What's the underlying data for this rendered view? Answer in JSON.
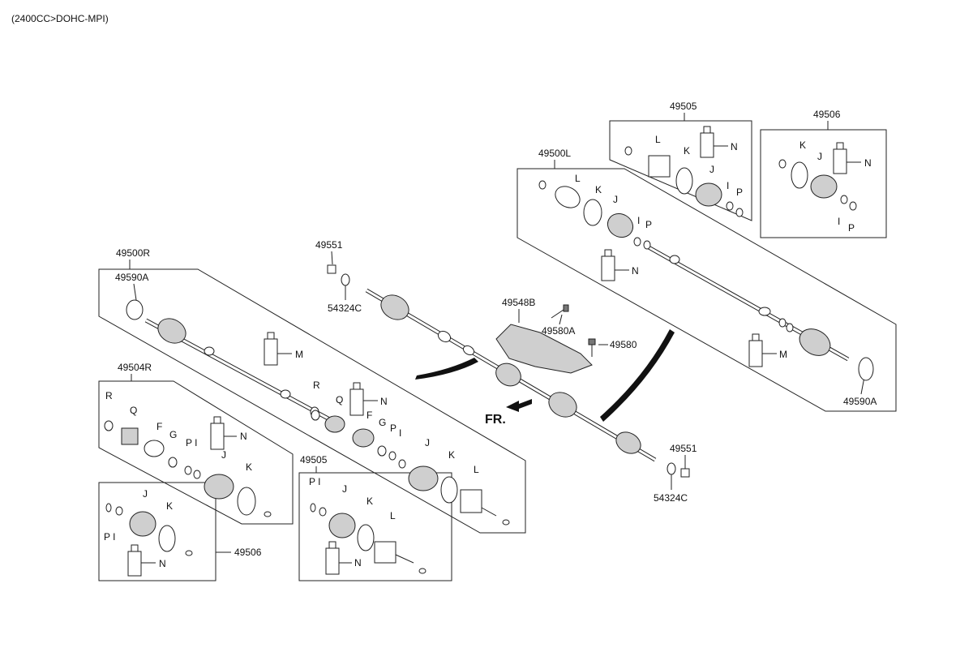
{
  "header": {
    "engine_label": "(2400CC>DOHC-MPI)"
  },
  "direction_label": "FR.",
  "groups": {
    "g49500R": "49500R",
    "g49504R": "49504R",
    "g49506_left": "49506",
    "g49505_left": "49505",
    "g49500L": "49500L",
    "g49505_right": "49505",
    "g49506_right": "49506"
  },
  "parts": {
    "p49590A_left": "49590A",
    "p49590A_right": "49590A",
    "p49551_top": "49551",
    "p54324C_top": "54324C",
    "p49551_bottom": "49551",
    "p54324C_bottom": "54324C",
    "p49548B": "49548B",
    "p49580A": "49580A",
    "p49580": "49580"
  },
  "letters": {
    "M": "M",
    "N": "N",
    "R": "R",
    "Q": "Q",
    "F": "F",
    "G": "G",
    "P": "P",
    "I": "I",
    "PI": "P I",
    "J": "J",
    "K": "K",
    "L": "L"
  },
  "colors": {
    "line": "#222222",
    "background": "#ffffff",
    "shade": "#cfcfcf"
  }
}
